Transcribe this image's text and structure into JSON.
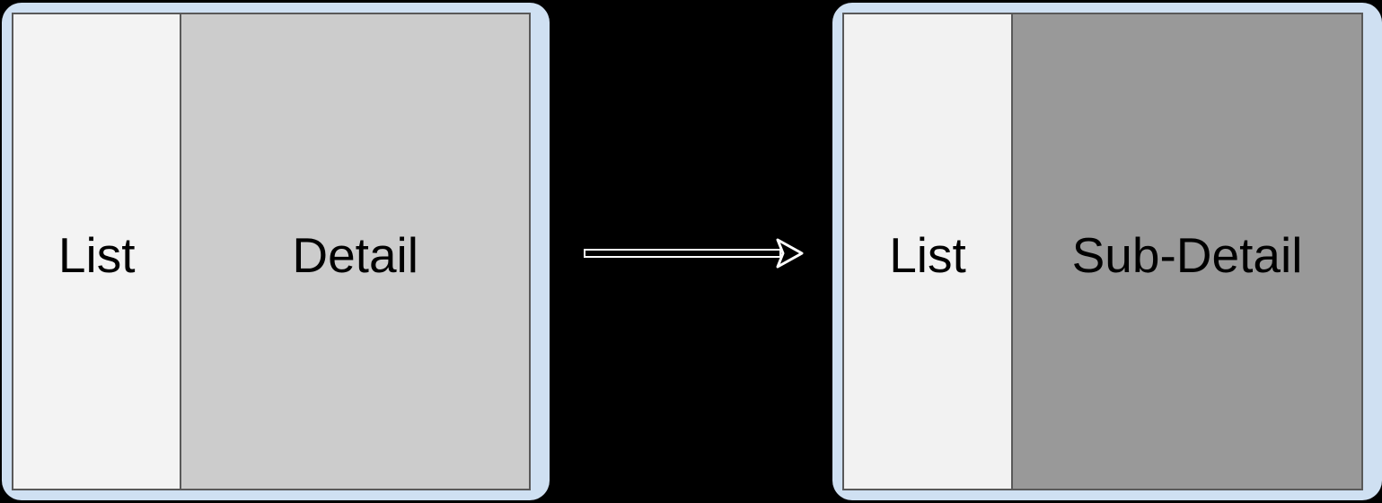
{
  "diagram": {
    "title": "list-detail-to-sub-detail-transition",
    "background_color": "#000000",
    "frame_color": "#cfe0f2",
    "panel_border_color": "#595959",
    "text_color": "#000000",
    "before": {
      "panes": [
        {
          "label": "List",
          "bg": "#f3f3f3"
        },
        {
          "label": "Detail",
          "bg": "#cccccc"
        }
      ]
    },
    "arrow": {
      "direction": "right",
      "stroke": "#ffffff",
      "fill": "#000000"
    },
    "after": {
      "panes": [
        {
          "label": "List",
          "bg": "#f2f2f2"
        },
        {
          "label": "Sub-Detail",
          "bg": "#999999"
        }
      ]
    }
  }
}
